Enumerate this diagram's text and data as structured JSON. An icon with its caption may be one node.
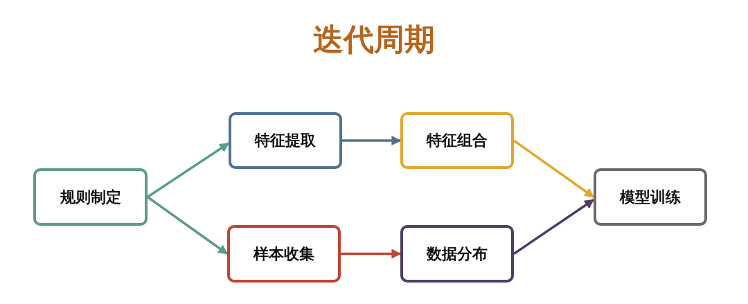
{
  "diagram": {
    "title": "迭代周期",
    "nodes": [
      {
        "text": [
          "规则制定"
        ]
      },
      {
        "text": [
          "特征提取"
        ]
      },
      {
        "text": [
          "特征组合"
        ]
      },
      {
        "text": [
          "模型训练"
        ]
      },
      {
        "text": [
          "样本收集"
        ]
      },
      {
        "text": [
          "数据分布"
        ]
      }
    ],
    "edges": [
      {
        "from": 0,
        "to": 1,
        "arrow": "to",
        "color": "#5a9e82"
      },
      {
        "from": 0,
        "to": 4,
        "arrow": "to",
        "color": "#5a9e82"
      },
      {
        "from": 1,
        "to": 2,
        "arrow": "to",
        "color": "#4e7391"
      },
      {
        "from": 4,
        "to": 5,
        "arrow": "to",
        "color": "#c0452f"
      },
      {
        "from": 2,
        "to": 3,
        "arrow": "to",
        "color": "#e0a830"
      },
      {
        "from": 5,
        "to": 3,
        "arrow": "to",
        "color": "#4f3d69"
      }
    ]
  }
}
